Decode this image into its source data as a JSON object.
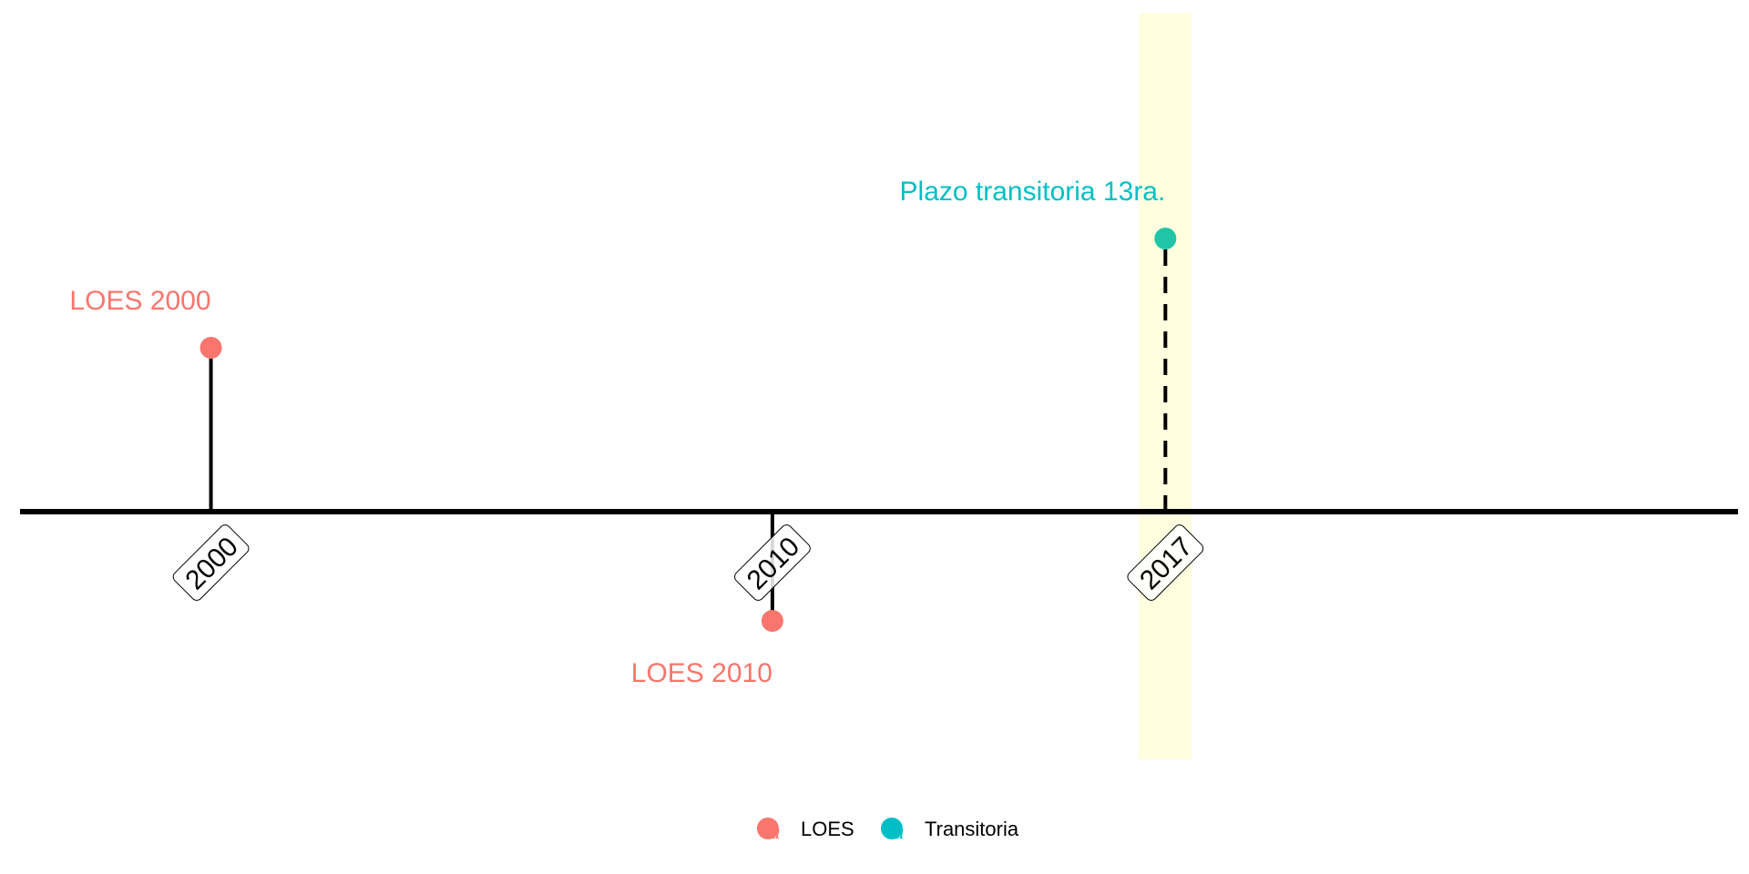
{
  "chart_data": {
    "type": "timeline",
    "title": "",
    "xlabel": "",
    "ylabel": "",
    "x_range": [
      1996.6,
      2027.2
    ],
    "y_range": [
      -0.8,
      2.0
    ],
    "grid": false,
    "axis_ticks": [
      "2000",
      "2010",
      "2017"
    ],
    "highlight": {
      "x": 2017,
      "color": "#FFFFE0"
    },
    "events": [
      {
        "x": 2000,
        "y": 0.6,
        "label": "LOES 2000",
        "group": "LOES",
        "line": "solid"
      },
      {
        "x": 2010,
        "y": -0.4,
        "label": "LOES 2010",
        "group": "LOES",
        "line": "solid"
      },
      {
        "x": 2017,
        "y": 1.0,
        "label": "Plazo transitoria 13ra.",
        "group": "Transitoria",
        "line": "dashed"
      }
    ],
    "legend": {
      "position": "bottom",
      "items": [
        {
          "label": "LOES",
          "color": "#F8766D"
        },
        {
          "label": "Transitoria",
          "color": "#00BFC4"
        }
      ]
    }
  },
  "colors": {
    "LOES": "#F8766D",
    "Transitoria": "#00BFC4",
    "Transitoria_point": "#20C5A8",
    "highlight": "#FFFFE0",
    "axis": "#000000"
  }
}
